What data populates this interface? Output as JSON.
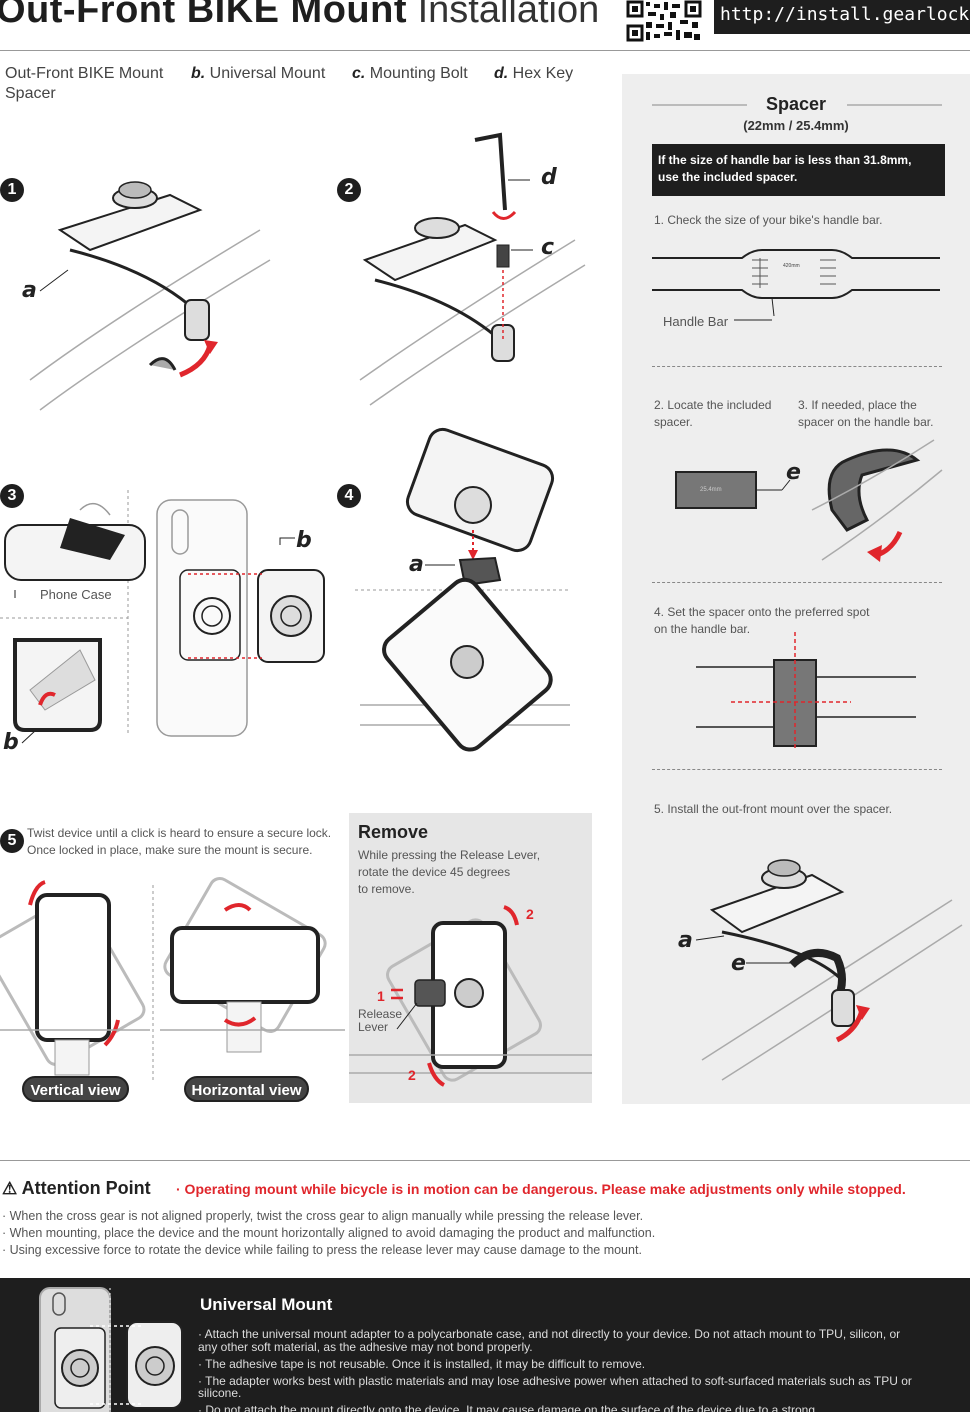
{
  "header": {
    "title_bold": "Out-Front BIKE Mount",
    "title_light": "Installation",
    "url": "http://install.gearlock.com"
  },
  "parts": {
    "a_label": "Out-Front BIKE Mount Spacer",
    "b_letter": "b.",
    "b_label": "Universal Mount",
    "c_letter": "c.",
    "c_label": "Mounting Bolt",
    "d_letter": "d.",
    "d_label": "Hex Key"
  },
  "steps": {
    "s1": "1",
    "s2": "2",
    "s3": "3",
    "s4": "4",
    "s5": "5",
    "callout_a": "a",
    "callout_b": "b",
    "callout_c": "c",
    "callout_d": "d",
    "callout_e": "e",
    "phone_case": "Phone Case",
    "step5_line1": "Twist device until a click is heard to ensure a secure lock.",
    "step5_line2": "Once locked in place, make sure the mount is secure.",
    "vertical_view": "Vertical view",
    "horizontal_view": "Horizontal view"
  },
  "remove": {
    "title": "Remove",
    "line1": "While pressing the Release Lever,",
    "line2": "rotate the device 45 degrees",
    "line3": "to remove.",
    "release1": "Release",
    "release2": "Lever",
    "n1": "1",
    "n2": "2"
  },
  "spacer": {
    "title": "Spacer",
    "subtitle": "(22mm / 25.4mm)",
    "note_line1": "If the size of handle bar is less than 31.8mm,",
    "note_line2": "use the included spacer.",
    "step1": "1. Check the size of your bike's handle bar.",
    "handle_bar": "Handle Bar",
    "step2_line1": "2. Locate the included",
    "step2_line2": "spacer.",
    "step3_line1": "3. If needed, place the",
    "step3_line2": "spacer on the handle bar.",
    "step4_line1": "4. Set the spacer onto the preferred spot",
    "step4_line2": "on the handle bar.",
    "step5": "5. Install the out-front mount over the spacer.",
    "spacer_size": "25.4mm",
    "bar_size": "420mm"
  },
  "attention": {
    "title": "Attention Point",
    "warning": "· Operating mount while bicycle is in motion can be dangerous. Please make adjustments only while stopped.",
    "items": [
      "· When the cross gear is not aligned properly, twist the cross gear to align manually while pressing the release lever.",
      "· When mounting, place the device and the mount horizontally aligned to avoid damaging the product and malfunction.",
      "· Using excessive force to rotate the device while failing to press the release lever may cause damage to the mount."
    ]
  },
  "universal": {
    "title": "Universal Mount",
    "items": [
      "· Attach the universal mount adapter to a polycarbonate case, and not directly to your device. Do not attach mount to TPU, silicon, or any other soft material, as the adhesive may not bond properly.",
      "· The adhesive tape is not reusable. Once it is installed, it may be difficult to remove.",
      "· The adapter works best with plastic materials and may lose adhesive power when attached to soft-surfaced materials such as TPU or silicone.",
      "· Do not attach the mount directly onto the device. It may cause damage on the surface of the device due to a strong"
    ]
  },
  "colors": {
    "accent_red": "#e0262c",
    "dark": "#1e1e1e",
    "panel": "#eeeeee"
  }
}
